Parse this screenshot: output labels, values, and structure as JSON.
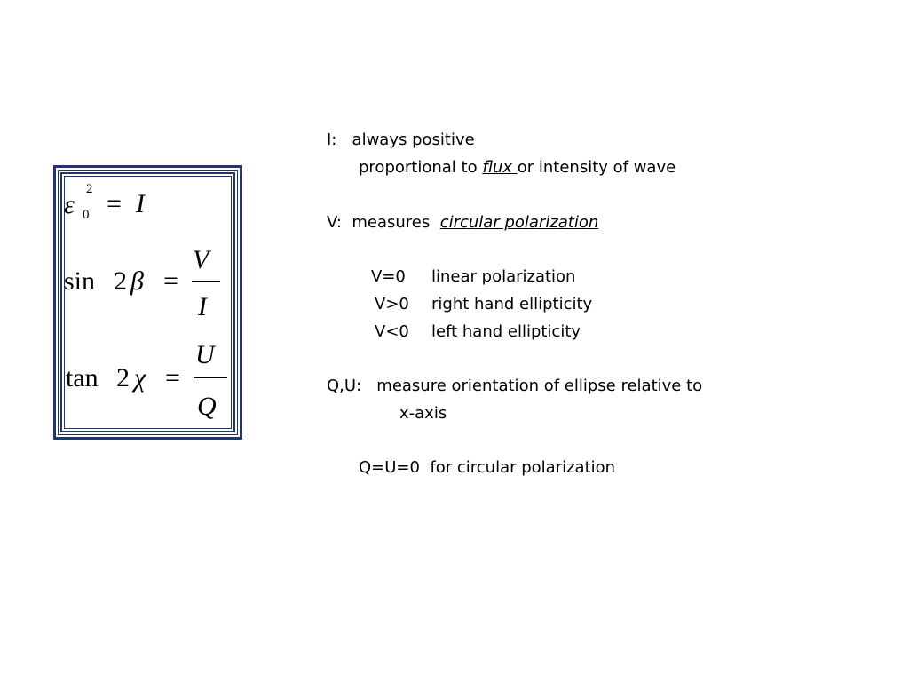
{
  "equations": {
    "eq1": {
      "lhs_symbol": "ε",
      "lhs_sup": "2",
      "lhs_sub": "0",
      "eq": "=",
      "rhs": "I"
    },
    "eq2": {
      "func": "sin",
      "coef": "2",
      "symbol": "β",
      "eq": "=",
      "num": "V",
      "den": "I"
    },
    "eq3": {
      "func": "tan",
      "coef": "2",
      "symbol": "χ",
      "eq": "=",
      "num": "U",
      "den": "Q"
    }
  },
  "notes": {
    "i_label": "I:   always positive",
    "i_detail_pre": "proportional to ",
    "i_detail_flux": "flux ",
    "i_detail_post": "or intensity of wave",
    "v_label": "V:  measures  ",
    "v_term": "circular polarization",
    "v0": {
      "cond": "V=0",
      "desc": "linear polarization"
    },
    "vpos": {
      "cond": "V>0",
      "desc": "right hand ellipticity"
    },
    "vneg": {
      "cond": "V<0",
      "desc": "left hand ellipticity"
    },
    "qu_label": "Q,U:   measure orientation of ellipse relative to",
    "qu_cont": "x-axis",
    "qu_zero": "Q=U=0  for circular polarization"
  },
  "colors": {
    "box_border": "#1f3864"
  }
}
